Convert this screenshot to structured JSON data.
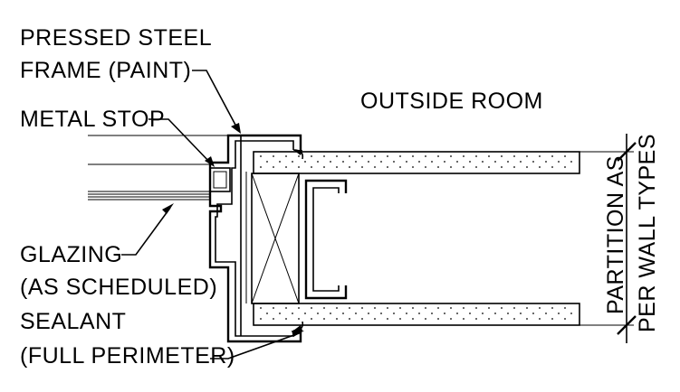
{
  "labels": {
    "frame_line1": "PRESSED STEEL",
    "frame_line2": "FRAME (PAINT)",
    "metal_stop": "METAL STOP",
    "glazing_line1": "GLAZING",
    "glazing_line2": "(AS SCHEDULED)",
    "sealant_line1": "SEALANT",
    "sealant_line2": "(FULL PERIMETER)",
    "outside_room": "OUTSIDE ROOM",
    "partition_line1": "PARTITION AS",
    "partition_line2": "PER WALL TYPES"
  },
  "colors": {
    "line": "#000000",
    "background": "#ffffff"
  }
}
